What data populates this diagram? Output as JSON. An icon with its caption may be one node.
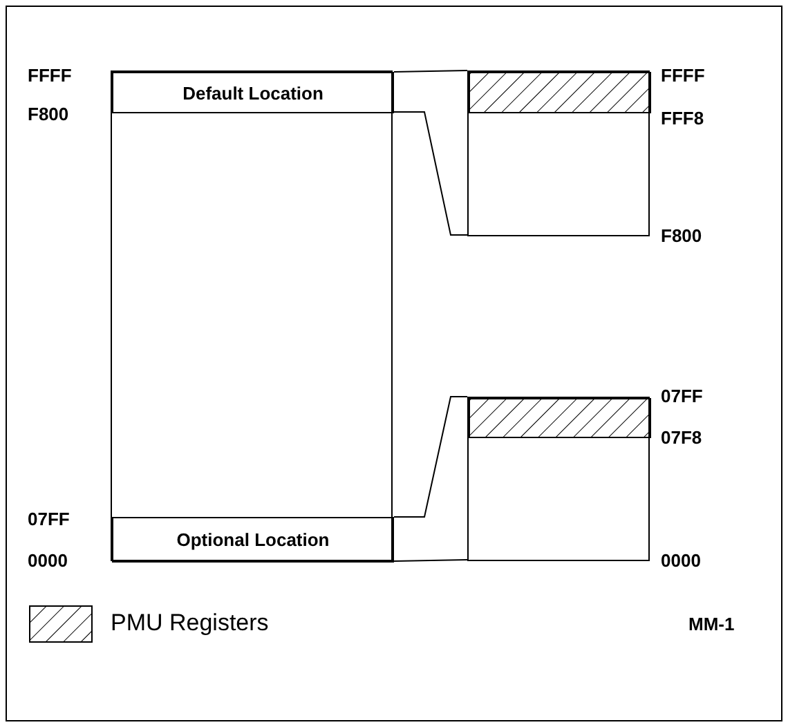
{
  "diagram": {
    "nodes": [
      {
        "text": [],
        "shape": "box"
      },
      {
        "text": [
          "Default Location"
        ],
        "in": 0
      },
      {
        "text": [
          "Optional Location"
        ],
        "in": 0
      },
      {
        "text": [],
        "shape": "box"
      },
      {
        "text": [],
        "shape": "bar",
        "in": 3
      },
      {
        "text": [],
        "shape": "box"
      },
      {
        "text": [],
        "shape": "bar",
        "in": 5
      }
    ],
    "edges": [
      {
        "from": 1,
        "to": 3,
        "arrow": "none"
      },
      {
        "from": 1,
        "to": 3,
        "arrow": "none"
      },
      {
        "from": 2,
        "to": 5,
        "arrow": "none"
      },
      {
        "from": 2,
        "to": 5,
        "arrow": "none"
      }
    ],
    "labels": [
      "FFFF",
      "FFFF",
      "F800",
      "FFF8",
      "F800",
      "07FF",
      "07F8",
      "07FF",
      "0000",
      "0000",
      "MM-1"
    ],
    "legend": [
      {
        "text": "PMU Registers"
      }
    ]
  }
}
